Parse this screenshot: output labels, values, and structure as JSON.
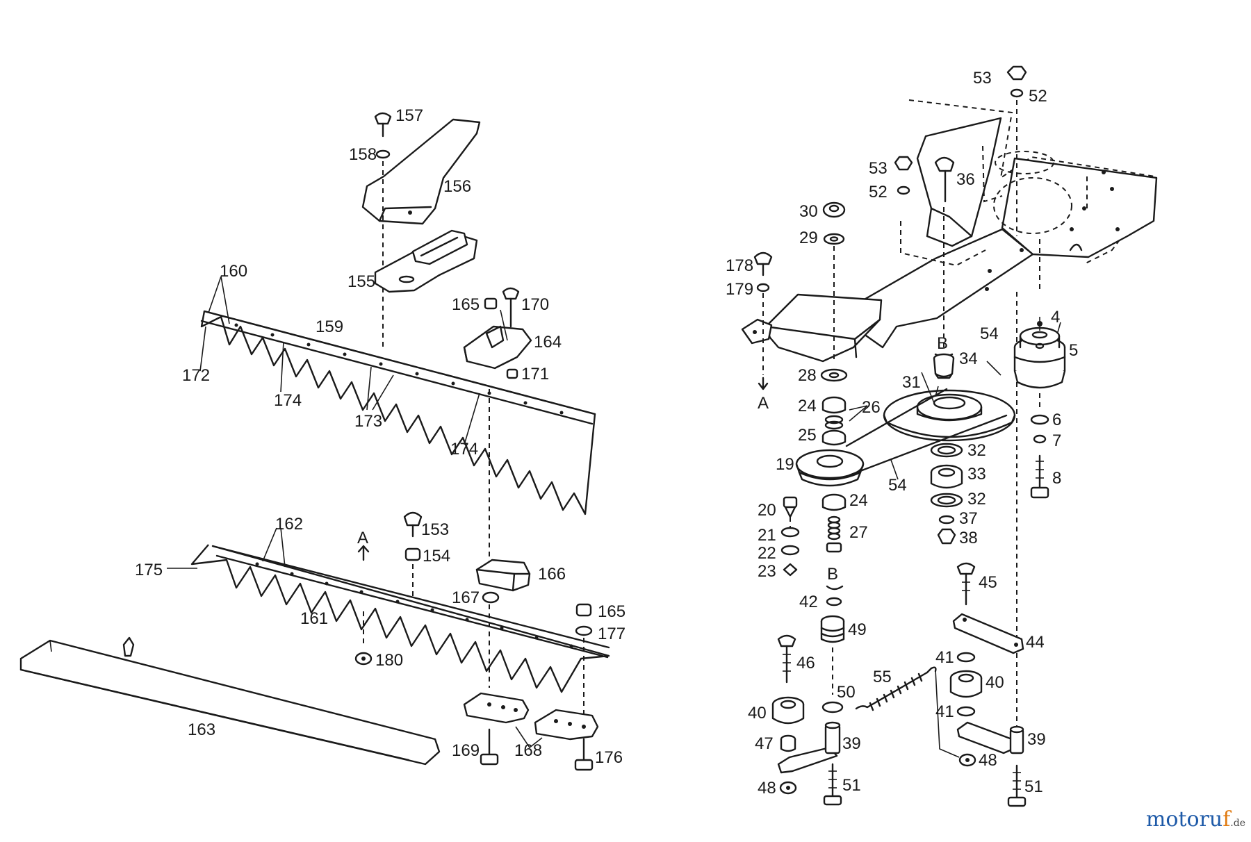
{
  "watermark": {
    "part1": "motoru",
    "part2": "f",
    "tld": ".de"
  },
  "left_labels": [
    {
      "id": "157",
      "text": "157"
    },
    {
      "id": "158",
      "text": "158"
    },
    {
      "id": "156",
      "text": "156"
    },
    {
      "id": "155",
      "text": "155"
    },
    {
      "id": "160",
      "text": "160"
    },
    {
      "id": "159",
      "text": "159"
    },
    {
      "id": "172",
      "text": "172"
    },
    {
      "id": "174a",
      "text": "174"
    },
    {
      "id": "173",
      "text": "173"
    },
    {
      "id": "174b",
      "text": "174"
    },
    {
      "id": "165a",
      "text": "165"
    },
    {
      "id": "170",
      "text": "170"
    },
    {
      "id": "164",
      "text": "164"
    },
    {
      "id": "171",
      "text": "171"
    },
    {
      "id": "162",
      "text": "162"
    },
    {
      "id": "175",
      "text": "175"
    },
    {
      "id": "A1",
      "text": "A"
    },
    {
      "id": "153",
      "text": "153"
    },
    {
      "id": "154",
      "text": "154"
    },
    {
      "id": "166",
      "text": "166"
    },
    {
      "id": "161",
      "text": "161"
    },
    {
      "id": "167",
      "text": "167"
    },
    {
      "id": "180",
      "text": "180"
    },
    {
      "id": "165b",
      "text": "165"
    },
    {
      "id": "177",
      "text": "177"
    },
    {
      "id": "163",
      "text": "163"
    },
    {
      "id": "169",
      "text": "169"
    },
    {
      "id": "168",
      "text": "168"
    },
    {
      "id": "176",
      "text": "176"
    }
  ],
  "right_labels": [
    {
      "id": "53a",
      "text": "53"
    },
    {
      "id": "52a",
      "text": "52"
    },
    {
      "id": "53b",
      "text": "53"
    },
    {
      "id": "52b",
      "text": "52"
    },
    {
      "id": "36",
      "text": "36"
    },
    {
      "id": "30",
      "text": "30"
    },
    {
      "id": "29",
      "text": "29"
    },
    {
      "id": "178",
      "text": "178"
    },
    {
      "id": "179",
      "text": "179"
    },
    {
      "id": "4",
      "text": "4"
    },
    {
      "id": "54a",
      "text": "54"
    },
    {
      "id": "5",
      "text": "5"
    },
    {
      "id": "B1",
      "text": "B"
    },
    {
      "id": "34",
      "text": "34"
    },
    {
      "id": "28",
      "text": "28"
    },
    {
      "id": "A2",
      "text": "A"
    },
    {
      "id": "31",
      "text": "31"
    },
    {
      "id": "24a",
      "text": "24"
    },
    {
      "id": "26",
      "text": "26"
    },
    {
      "id": "6",
      "text": "6"
    },
    {
      "id": "25",
      "text": "25"
    },
    {
      "id": "7",
      "text": "7"
    },
    {
      "id": "19",
      "text": "19"
    },
    {
      "id": "32a",
      "text": "32"
    },
    {
      "id": "54b",
      "text": "54"
    },
    {
      "id": "33",
      "text": "33"
    },
    {
      "id": "8",
      "text": "8"
    },
    {
      "id": "20",
      "text": "20"
    },
    {
      "id": "24b",
      "text": "24"
    },
    {
      "id": "32b",
      "text": "32"
    },
    {
      "id": "21",
      "text": "21"
    },
    {
      "id": "27",
      "text": "27"
    },
    {
      "id": "37",
      "text": "37"
    },
    {
      "id": "22",
      "text": "22"
    },
    {
      "id": "38",
      "text": "38"
    },
    {
      "id": "23",
      "text": "23"
    },
    {
      "id": "45",
      "text": "45"
    },
    {
      "id": "B2",
      "text": "B"
    },
    {
      "id": "42",
      "text": "42"
    },
    {
      "id": "49",
      "text": "49"
    },
    {
      "id": "44",
      "text": "44"
    },
    {
      "id": "46",
      "text": "46"
    },
    {
      "id": "41a",
      "text": "41"
    },
    {
      "id": "55",
      "text": "55"
    },
    {
      "id": "40a",
      "text": "40"
    },
    {
      "id": "50",
      "text": "50"
    },
    {
      "id": "40b",
      "text": "40"
    },
    {
      "id": "41b",
      "text": "41"
    },
    {
      "id": "47",
      "text": "47"
    },
    {
      "id": "39a",
      "text": "39"
    },
    {
      "id": "39b",
      "text": "39"
    },
    {
      "id": "48a",
      "text": "48"
    },
    {
      "id": "48b",
      "text": "48"
    },
    {
      "id": "51a",
      "text": "51"
    },
    {
      "id": "51b",
      "text": "51"
    }
  ]
}
